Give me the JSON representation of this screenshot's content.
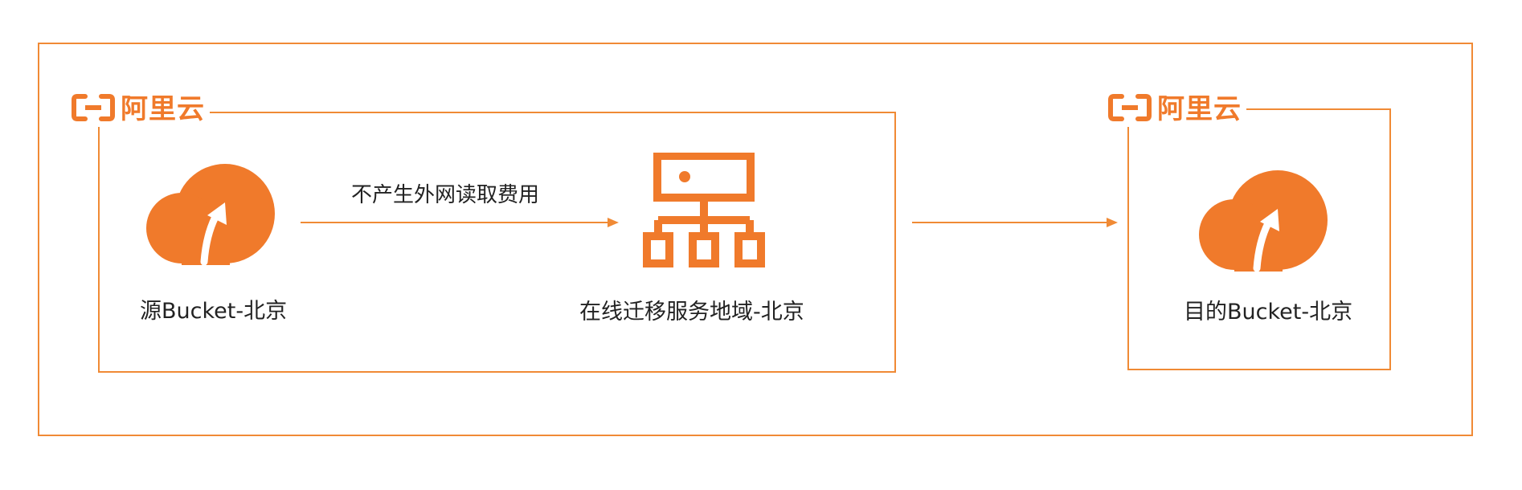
{
  "colors": {
    "accent": "#f07a2b",
    "border": "#f08a35",
    "text": "#222222"
  },
  "logo_text": "阿里云",
  "source": {
    "label": "源Bucket-北京",
    "icon": "cloud-upload-icon"
  },
  "service": {
    "label": "在线迁移服务地域-北京",
    "icon": "network-server-icon"
  },
  "destination": {
    "label": "目的Bucket-北京",
    "icon": "cloud-upload-icon"
  },
  "edge_source_to_service": {
    "label": "不产生外网读取费用"
  }
}
